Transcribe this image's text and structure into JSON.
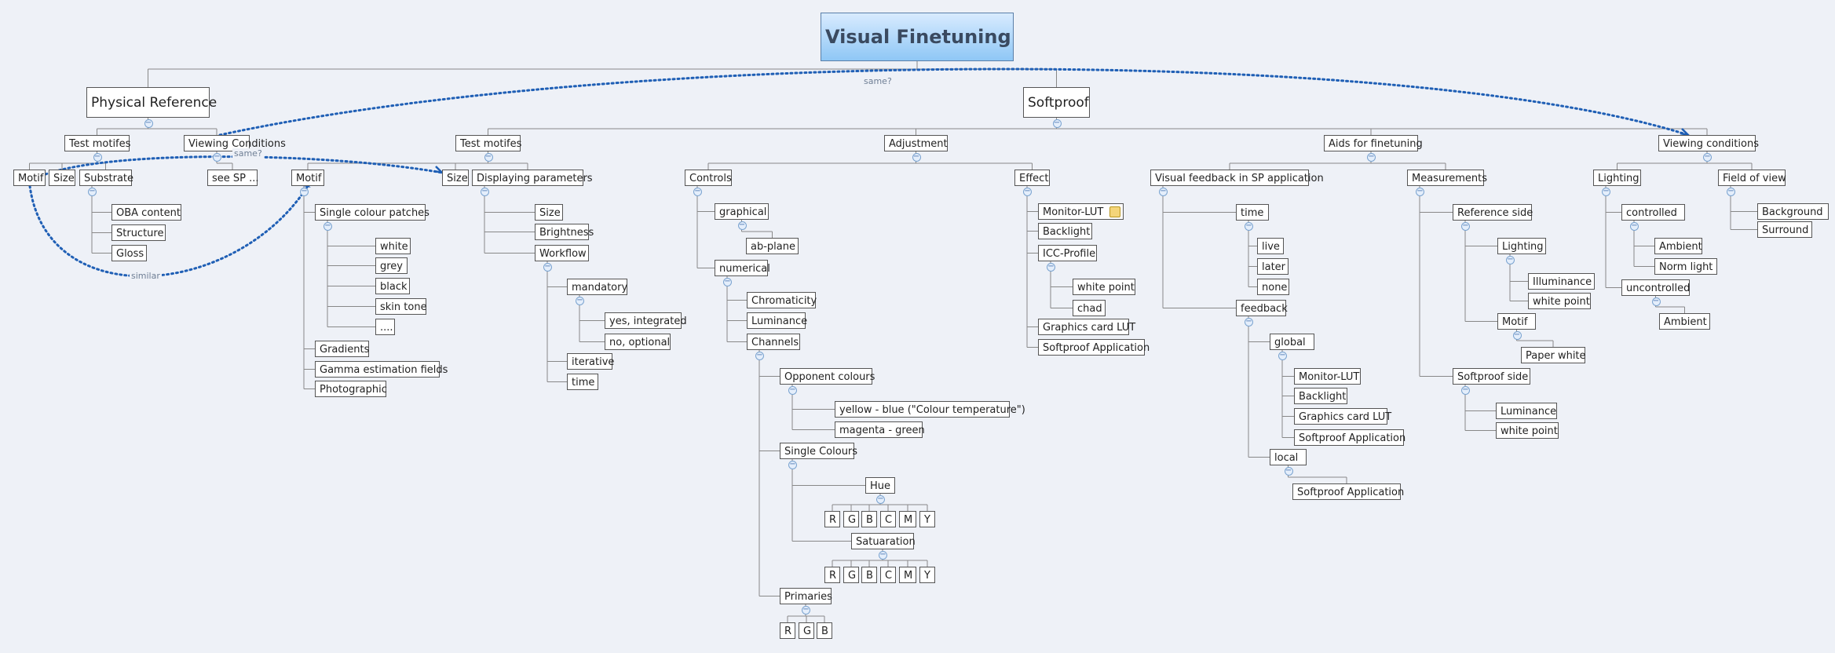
{
  "root": {
    "id": "root",
    "label": "Visual Finetuning"
  },
  "nodes": [
    {
      "id": "phys",
      "parent": "root",
      "label": "Physical Reference"
    },
    {
      "id": "soft",
      "parent": "root",
      "label": "Softproof"
    },
    {
      "id": "tm1",
      "parent": "phys",
      "label": "Test motifes"
    },
    {
      "id": "vc1",
      "parent": "phys",
      "label": "Viewing Conditions"
    },
    {
      "id": "motif1",
      "parent": "tm1",
      "label": "Motif"
    },
    {
      "id": "size1",
      "parent": "tm1",
      "label": "Size"
    },
    {
      "id": "substrate",
      "parent": "tm1",
      "label": "Substrate"
    },
    {
      "id": "oba",
      "parent": "substrate",
      "label": "OBA content"
    },
    {
      "id": "structure",
      "parent": "substrate",
      "label": "Structure"
    },
    {
      "id": "gloss",
      "parent": "substrate",
      "label": "Gloss"
    },
    {
      "id": "seesp",
      "parent": "vc1",
      "label": "see SP ..."
    },
    {
      "id": "tm2",
      "parent": "soft",
      "label": "Test motifes"
    },
    {
      "id": "adj",
      "parent": "soft",
      "label": "Adjustment"
    },
    {
      "id": "aids",
      "parent": "soft",
      "label": "Aids for finetuning"
    },
    {
      "id": "vc2",
      "parent": "soft",
      "label": "Viewing conditions"
    },
    {
      "id": "motif2",
      "parent": "tm2",
      "label": "Motif"
    },
    {
      "id": "size2",
      "parent": "tm2",
      "label": "Size"
    },
    {
      "id": "disp",
      "parent": "tm2",
      "label": "Displaying parameters"
    },
    {
      "id": "scp",
      "parent": "motif2",
      "label": "Single colour patches"
    },
    {
      "id": "white",
      "parent": "scp",
      "label": "white"
    },
    {
      "id": "grey",
      "parent": "scp",
      "label": "grey"
    },
    {
      "id": "black",
      "parent": "scp",
      "label": "black"
    },
    {
      "id": "skin",
      "parent": "scp",
      "label": "skin tone"
    },
    {
      "id": "dots",
      "parent": "scp",
      "label": "...."
    },
    {
      "id": "grad",
      "parent": "motif2",
      "label": "Gradients"
    },
    {
      "id": "gamma",
      "parent": "motif2",
      "label": "Gamma estimation fields"
    },
    {
      "id": "photo",
      "parent": "motif2",
      "label": "Photographic"
    },
    {
      "id": "dsize",
      "parent": "disp",
      "label": "Size"
    },
    {
      "id": "bright",
      "parent": "disp",
      "label": "Brightness"
    },
    {
      "id": "wf",
      "parent": "disp",
      "label": "Workflow"
    },
    {
      "id": "mand",
      "parent": "wf",
      "label": "mandatory"
    },
    {
      "id": "yesint",
      "parent": "mand",
      "label": "yes, integrated"
    },
    {
      "id": "noopt",
      "parent": "mand",
      "label": "no, optional"
    },
    {
      "id": "iter",
      "parent": "wf",
      "label": "iterative"
    },
    {
      "id": "wtime",
      "parent": "wf",
      "label": "time"
    },
    {
      "id": "controls",
      "parent": "adj",
      "label": "Controls"
    },
    {
      "id": "effect",
      "parent": "adj",
      "label": "Effect"
    },
    {
      "id": "graph",
      "parent": "controls",
      "label": "graphical"
    },
    {
      "id": "abplane",
      "parent": "graph",
      "label": "ab-plane"
    },
    {
      "id": "numer",
      "parent": "controls",
      "label": "numerical"
    },
    {
      "id": "chrom",
      "parent": "numer",
      "label": "Chromaticity"
    },
    {
      "id": "lum",
      "parent": "numer",
      "label": "Luminance"
    },
    {
      "id": "chan",
      "parent": "numer",
      "label": "Channels"
    },
    {
      "id": "opp",
      "parent": "chan",
      "label": "Opponent colours"
    },
    {
      "id": "yb",
      "parent": "opp",
      "label": "yellow - blue (\"Colour temperature\")"
    },
    {
      "id": "mg",
      "parent": "opp",
      "label": "magenta - green"
    },
    {
      "id": "single",
      "parent": "chan",
      "label": "Single Colours"
    },
    {
      "id": "hue",
      "parent": "single",
      "label": "Hue"
    },
    {
      "id": "h_r",
      "parent": "hue",
      "label": "R"
    },
    {
      "id": "h_g",
      "parent": "hue",
      "label": "G"
    },
    {
      "id": "h_b",
      "parent": "hue",
      "label": "B"
    },
    {
      "id": "h_c",
      "parent": "hue",
      "label": "C"
    },
    {
      "id": "h_m",
      "parent": "hue",
      "label": "M"
    },
    {
      "id": "h_y",
      "parent": "hue",
      "label": "Y"
    },
    {
      "id": "sat",
      "parent": "single",
      "label": "Satuaration"
    },
    {
      "id": "s_r",
      "parent": "sat",
      "label": "R"
    },
    {
      "id": "s_g",
      "parent": "sat",
      "label": "G"
    },
    {
      "id": "s_b",
      "parent": "sat",
      "label": "B"
    },
    {
      "id": "s_c",
      "parent": "sat",
      "label": "C"
    },
    {
      "id": "s_m",
      "parent": "sat",
      "label": "M"
    },
    {
      "id": "s_y",
      "parent": "sat",
      "label": "Y"
    },
    {
      "id": "prim",
      "parent": "chan",
      "label": "Primaries"
    },
    {
      "id": "p_r",
      "parent": "prim",
      "label": "R"
    },
    {
      "id": "p_g",
      "parent": "prim",
      "label": "G"
    },
    {
      "id": "p_b",
      "parent": "prim",
      "label": "B"
    },
    {
      "id": "mlut",
      "parent": "effect",
      "label": "Monitor-LUT",
      "note": true
    },
    {
      "id": "backl",
      "parent": "effect",
      "label": "Backlight"
    },
    {
      "id": "icc",
      "parent": "effect",
      "label": "ICC-Profile"
    },
    {
      "id": "wp1",
      "parent": "icc",
      "label": "white point"
    },
    {
      "id": "chad",
      "parent": "icc",
      "label": "chad"
    },
    {
      "id": "gclut",
      "parent": "effect",
      "label": "Graphics card LUT"
    },
    {
      "id": "spapp1",
      "parent": "effect",
      "label": "Softproof Application"
    },
    {
      "id": "vf",
      "parent": "aids",
      "label": "Visual feedback in SP application"
    },
    {
      "id": "meas",
      "parent": "aids",
      "label": "Measurements"
    },
    {
      "id": "time",
      "parent": "vf",
      "label": "time"
    },
    {
      "id": "live",
      "parent": "time",
      "label": "live"
    },
    {
      "id": "later",
      "parent": "time",
      "label": "later"
    },
    {
      "id": "none",
      "parent": "time",
      "label": "none"
    },
    {
      "id": "fb",
      "parent": "vf",
      "label": "feedback"
    },
    {
      "id": "global",
      "parent": "fb",
      "label": "global"
    },
    {
      "id": "g_mlut",
      "parent": "global",
      "label": "Monitor-LUT"
    },
    {
      "id": "g_backl",
      "parent": "global",
      "label": "Backlight"
    },
    {
      "id": "g_gclut",
      "parent": "global",
      "label": "Graphics card LUT"
    },
    {
      "id": "g_spapp",
      "parent": "global",
      "label": "Softproof Application"
    },
    {
      "id": "local",
      "parent": "fb",
      "label": "local"
    },
    {
      "id": "l_spapp",
      "parent": "local",
      "label": "Softproof Application"
    },
    {
      "id": "refside",
      "parent": "meas",
      "label": "Reference side"
    },
    {
      "id": "r_light",
      "parent": "refside",
      "label": "Lighting"
    },
    {
      "id": "illum",
      "parent": "r_light",
      "label": "Illuminance"
    },
    {
      "id": "r_wp",
      "parent": "r_light",
      "label": "white point"
    },
    {
      "id": "r_motif",
      "parent": "refside",
      "label": "Motif"
    },
    {
      "id": "paperw",
      "parent": "r_motif",
      "label": "Paper white"
    },
    {
      "id": "spside",
      "parent": "meas",
      "label": "Softproof side"
    },
    {
      "id": "sp_lum",
      "parent": "spside",
      "label": "Luminance"
    },
    {
      "id": "sp_wp",
      "parent": "spside",
      "label": "white point"
    },
    {
      "id": "lighting",
      "parent": "vc2",
      "label": "Lighting"
    },
    {
      "id": "fov",
      "parent": "vc2",
      "label": "Field of view"
    },
    {
      "id": "ctrl",
      "parent": "lighting",
      "label": "controlled"
    },
    {
      "id": "amb1",
      "parent": "ctrl",
      "label": "Ambient"
    },
    {
      "id": "norm",
      "parent": "ctrl",
      "label": "Norm light"
    },
    {
      "id": "unctrl",
      "parent": "lighting",
      "label": "uncontrolled"
    },
    {
      "id": "amb2",
      "parent": "unctrl",
      "label": "Ambient"
    },
    {
      "id": "bg",
      "parent": "fov",
      "label": "Background"
    },
    {
      "id": "surr",
      "parent": "fov",
      "label": "Surround"
    }
  ],
  "relationships": [
    {
      "from": "vc1",
      "to": "vc2",
      "label": "same?"
    },
    {
      "from": "motif1",
      "to": "size2",
      "label": "same?"
    },
    {
      "from": "motif1",
      "to": "motif2",
      "label": "similar"
    }
  ],
  "colors": {
    "background": "#eef1f7",
    "line": "#888888",
    "relationship": "#1f5fb5",
    "root_top": "#d8ebff",
    "root_bottom": "#8fc7f5"
  }
}
